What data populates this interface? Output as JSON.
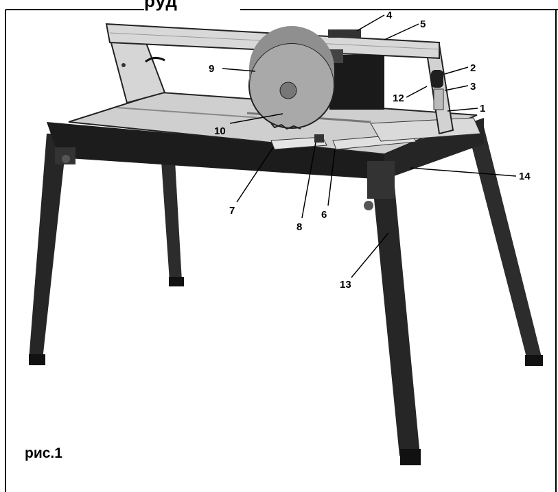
{
  "heading_fragment": "руд",
  "caption": "рис.1",
  "callouts": [
    "1",
    "2",
    "3",
    "4",
    "5",
    "6",
    "7",
    "8",
    "9",
    "10",
    "12",
    "13",
    "14"
  ],
  "colors": {
    "frame": "#000000",
    "metal": "#2a2a2a",
    "table_top": "#cfcfcf",
    "blade": "#a9a9a9",
    "motor": "#1a1a1a",
    "rail": "#d8d8d8"
  }
}
